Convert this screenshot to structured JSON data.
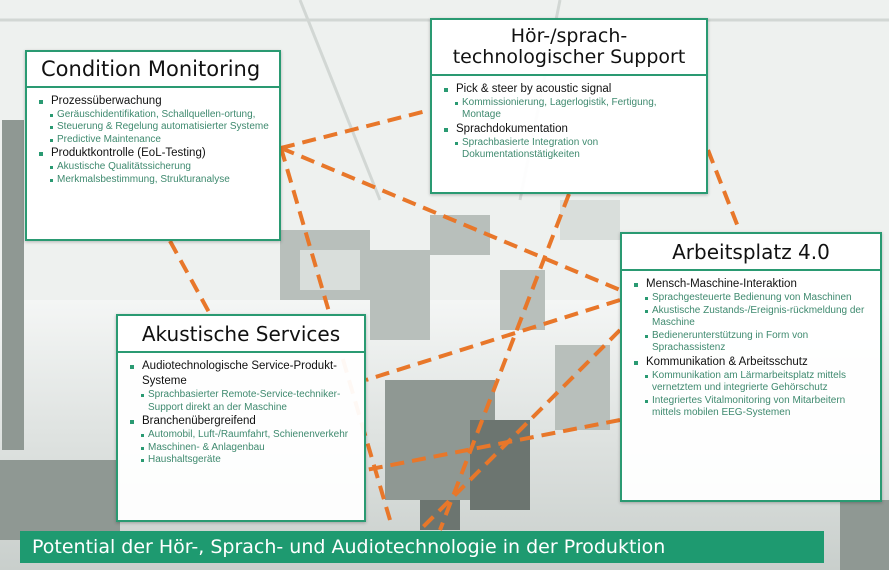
{
  "colors": {
    "accent": "#2a9a72",
    "connector": "#e8772a",
    "banner": "#1e9a70"
  },
  "boxes": {
    "condition_monitoring": {
      "title": "Condition Monitoring",
      "items": [
        {
          "label": "Prozessüberwachung",
          "subs": [
            "Geräuschidentifikation, Schallquellen-ortung,",
            "Steuerung & Regelung automatisierter Systeme",
            "Predictive Maintenance"
          ]
        },
        {
          "label": "Produktkontrolle (EoL-Testing)",
          "subs": [
            "Akustische Qualitätssicherung",
            "Merkmalsbestimmung, Strukturanalyse"
          ]
        }
      ]
    },
    "hoer_sprach": {
      "title_line1": "Hör-/sprach-",
      "title_line2": "technologischer Support",
      "items": [
        {
          "label": "Pick & steer by acoustic signal",
          "subs": [
            "Kommissionierung, Lagerlogistik, Fertigung, Montage"
          ]
        },
        {
          "label": "Sprachdokumentation",
          "subs": [
            "Sprachbasierte Integration von Dokumentationstätigkeiten"
          ]
        }
      ]
    },
    "arbeitsplatz": {
      "title": "Arbeitsplatz 4.0",
      "items": [
        {
          "label": "Mensch-Maschine-Interaktion",
          "subs": [
            "Sprachgesteuerte Bedienung von Maschinen",
            "Akustische Zustands-/Ereignis-rückmeldung der Maschine",
            "Bedienerunterstützung in Form von Sprachassistenz"
          ]
        },
        {
          "label": "Kommunikation & Arbeitsschutz",
          "subs": [
            "Kommunikation am Lärmarbeitsplatz mittels vernetztem und integrierte Gehörschutz",
            "Integriertes Vitalmonitoring von Mitarbeitern mittels mobilen EEG-Systemen"
          ]
        }
      ]
    },
    "akustische_services": {
      "title": "Akustische Services",
      "items": [
        {
          "label": "Audiotechnologische Service-Produkt-Systeme",
          "subs": [
            "Sprachbasierter Remote-Service-techniker-Support direkt an der Maschine"
          ]
        },
        {
          "label": "Branchenübergreifend",
          "subs": [
            "Automobil, Luft-/Raumfahrt, Schienenverkehr",
            "Maschinen- & Anlagenbau",
            "Haushaltsgeräte"
          ]
        }
      ]
    }
  },
  "footer": {
    "text": "Potential der Hör-, Sprach- und Audiotechnologie in der Produktion"
  }
}
